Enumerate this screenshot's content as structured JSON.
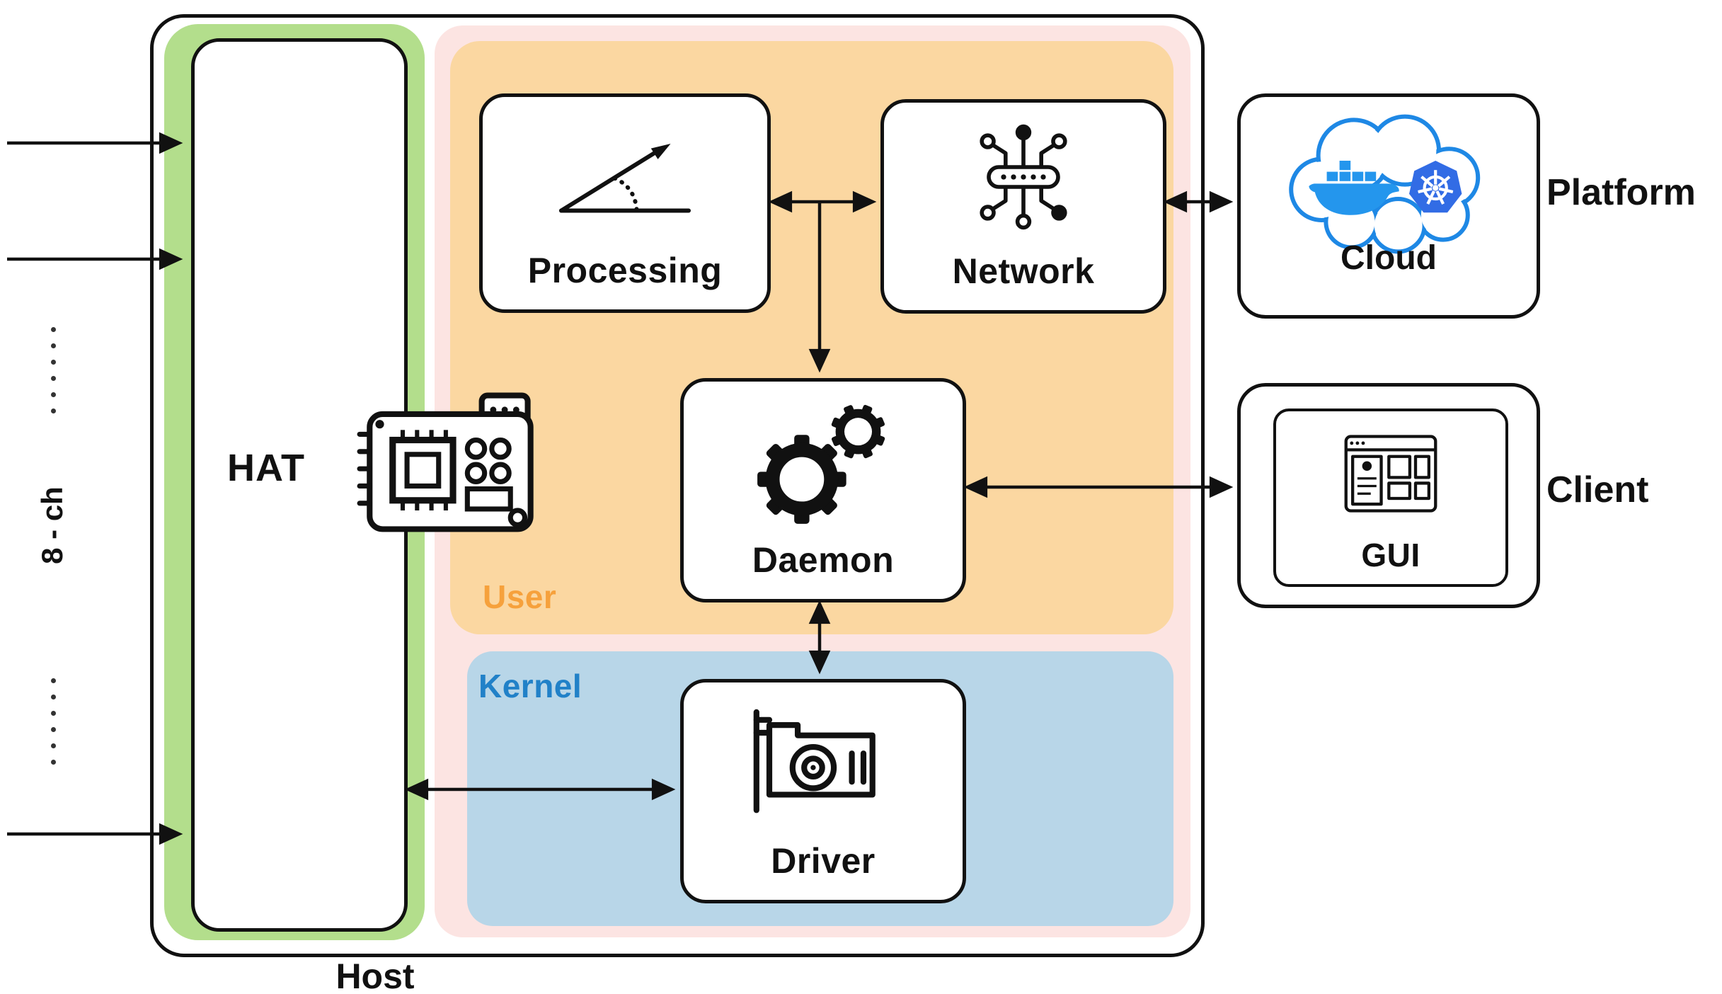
{
  "labels": {
    "host": "Host",
    "hat": "HAT",
    "user": "User",
    "kernel": "Kernel",
    "platform": "Platform",
    "client": "Client",
    "channels": "8 - ch"
  },
  "boxes": {
    "processing": {
      "label": "Processing",
      "icon": "angle-measure-icon"
    },
    "network": {
      "label": "Network",
      "icon": "network-nodes-icon"
    },
    "daemon": {
      "label": "Daemon",
      "icon": "gears-icon"
    },
    "driver": {
      "label": "Driver",
      "icon": "gpu-card-icon"
    },
    "cloud": {
      "label": "Cloud",
      "icons": [
        "cloud-outline-icon",
        "docker-icon",
        "kubernetes-icon"
      ]
    },
    "gui": {
      "label": "GUI",
      "icon": "window-ui-icon"
    }
  },
  "connections": [
    {
      "from": "input-channels",
      "to": "hat",
      "type": "directed",
      "count": 3
    },
    {
      "from": "processing",
      "to": "network",
      "type": "bidirectional"
    },
    {
      "from": "processing-network-link",
      "to": "daemon",
      "type": "directed"
    },
    {
      "from": "network",
      "to": "cloud",
      "type": "bidirectional"
    },
    {
      "from": "daemon",
      "to": "gui",
      "type": "bidirectional"
    },
    {
      "from": "daemon",
      "to": "driver",
      "type": "bidirectional"
    },
    {
      "from": "hat",
      "to": "driver",
      "type": "bidirectional"
    }
  ],
  "colors": {
    "ink": "#111111",
    "green_region": "#b3de8c",
    "pink_region": "#fce4e2",
    "orange_region": "#fbd7a1",
    "blue_region": "#b8d6e8",
    "user_text": "#f6a13c",
    "kernel_text": "#2181c8",
    "cloud_outline": "#1e88e5",
    "docker_blue": "#2496ed",
    "kubernetes_blue": "#326ce5"
  }
}
